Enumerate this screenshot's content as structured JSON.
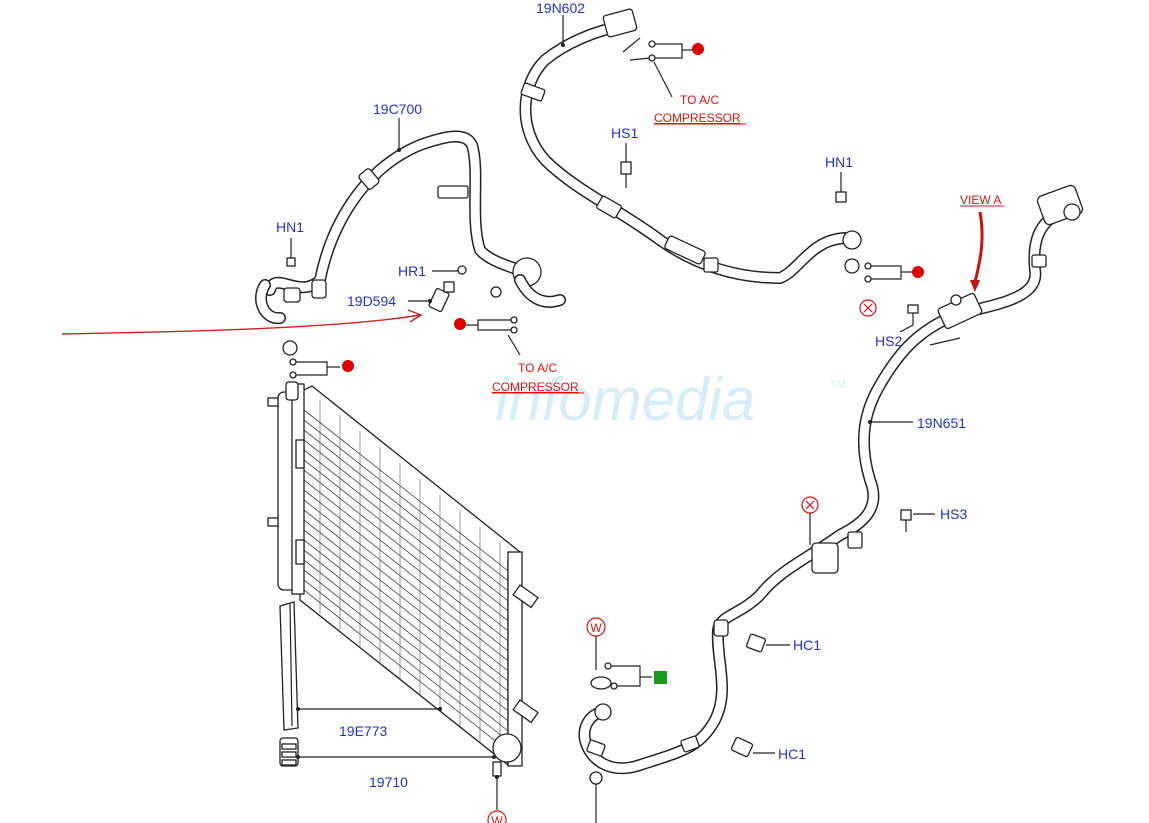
{
  "watermark": "infomedia",
  "watermark_tm": "TM",
  "labels": {
    "n19N602": "19N602",
    "n19C700": "19C700",
    "hn1_left": "HN1",
    "hr1": "HR1",
    "n19D594": "19D594",
    "hs1": "HS1",
    "hn1_right": "HN1",
    "hs2": "HS2",
    "n19N651": "19N651",
    "hs3": "HS3",
    "hc1_upper": "HC1",
    "hc1_lower": "HC1",
    "n19E773": "19E773",
    "n19710": "19710"
  },
  "callouts": {
    "to_ac_top_line1": "TO A/C",
    "to_ac_top_line2": "COMPRESSOR",
    "to_ac_mid_line1": "TO A/C",
    "to_ac_mid_line2": "COMPRESSOR",
    "view_a": "VIEW A",
    "marker_x": "X",
    "marker_w": "W"
  },
  "colors": {
    "part_label": "#2233cc",
    "callout": "#dd1111",
    "red_dot": "#e00000",
    "green_square": "#1a9a1a",
    "annotation_arrow": "#cc2222"
  }
}
